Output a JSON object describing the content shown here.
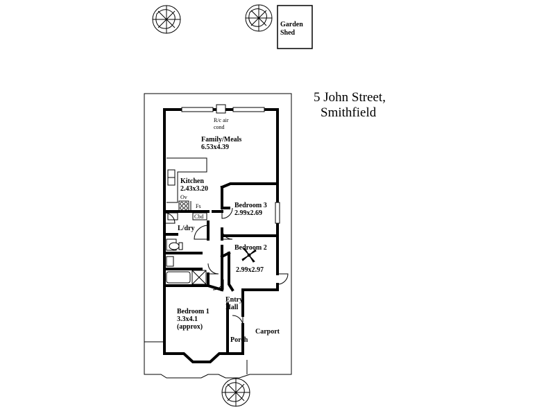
{
  "address": {
    "line1": "5 John Street,",
    "line2": "Smithfield"
  },
  "shed": {
    "line1": "Garden",
    "line2": "Shed"
  },
  "family": {
    "name": "Family/Meals",
    "dims": "6.53x4.39",
    "ac1": "R/c air",
    "ac2": "cond"
  },
  "kitchen": {
    "name": "Kitchen",
    "dims": "2.43x3.20",
    "oven": "Ov",
    "fridge": "Fs",
    "cupboard": "Cbd"
  },
  "laundry": {
    "name": "L/dry"
  },
  "bed3": {
    "name": "Bedroom 3",
    "dims": "2.99x2.69"
  },
  "bed2": {
    "name": "Bedroom 2",
    "dims": "2.99x2.97"
  },
  "bed1": {
    "name": "Bedroom 1",
    "dims": "3.3x4.1",
    "note": "(approx)"
  },
  "entry": {
    "line1": "Entry",
    "line2": "Hall"
  },
  "porch": {
    "name": "Porch"
  },
  "carport": {
    "name": "Carport"
  },
  "icons": {
    "tree": "tree-icon",
    "fan": "ceiling-fan-icon"
  }
}
